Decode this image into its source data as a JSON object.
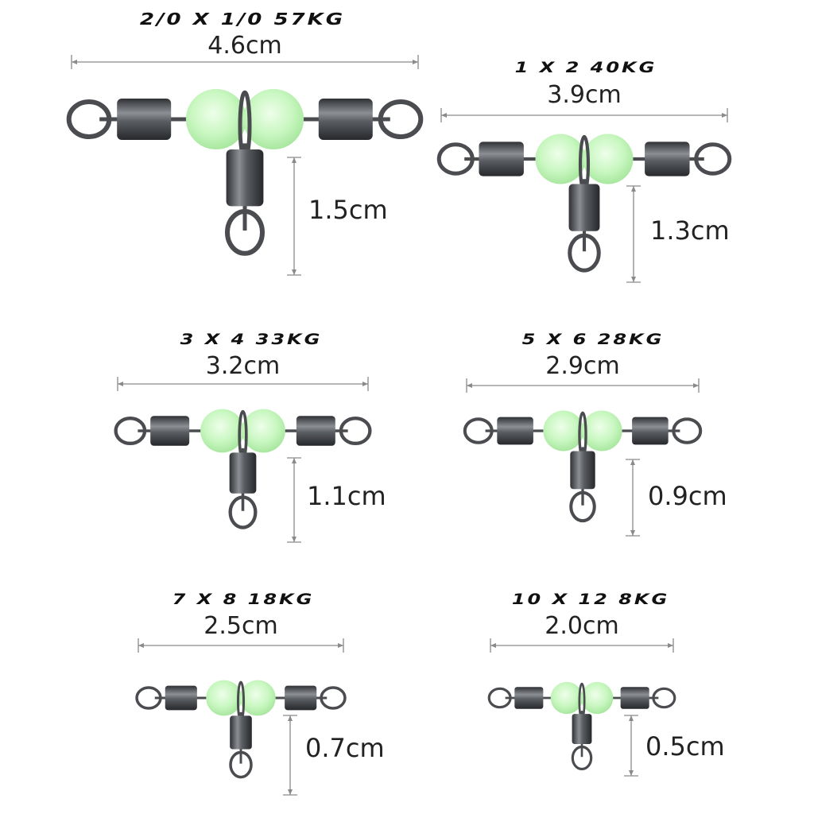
{
  "swivels": [
    {
      "title": "2/0 X 1/0  57KG",
      "width_label": "4.6cm",
      "height_label": "1.5cm"
    },
    {
      "title": "1 X 2  40KG",
      "width_label": "3.9cm",
      "height_label": "1.3cm"
    },
    {
      "title": "3 X 4  33KG",
      "width_label": "3.2cm",
      "height_label": "1.1cm"
    },
    {
      "title": "5 X 6  28KG",
      "width_label": "2.9cm",
      "height_label": "0.9cm"
    },
    {
      "title": "7 X 8  18KG",
      "width_label": "2.5cm",
      "height_label": "0.7cm"
    },
    {
      "title": "10 X 12  8KG",
      "width_label": "2.0cm",
      "height_label": "0.5cm"
    }
  ],
  "colors": {
    "metal": "#4a4c50",
    "bead": "#c8f7c0",
    "line": "#8a8a8a",
    "text": "#111111"
  },
  "icon": "three-way-swivel-icon"
}
